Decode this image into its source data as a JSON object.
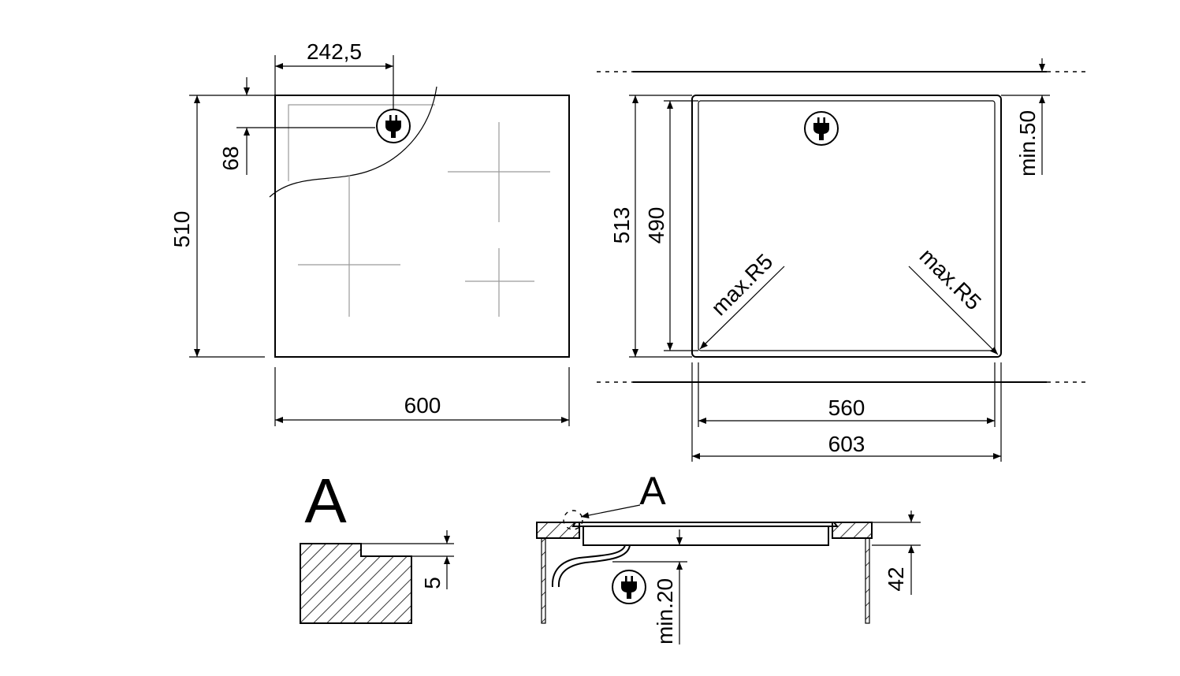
{
  "top_view": {
    "width_label": "600",
    "depth_label": "510",
    "plug_offset_x_label": "242,5",
    "plug_offset_y_label": "68"
  },
  "cutout_view": {
    "outer_width_label": "603",
    "inner_width_label": "560",
    "outer_depth_label": "513",
    "inner_depth_label": "490",
    "wall_clearance_label": "min.50",
    "corner_radius_left_label": "max.R5",
    "corner_radius_right_label": "max.R5"
  },
  "detail_a": {
    "title": "A",
    "step_label": "5"
  },
  "section_view": {
    "detail_ref": "A",
    "thickness_label": "42",
    "clearance_label": "min.20"
  },
  "icons": [
    "plug-icon"
  ]
}
